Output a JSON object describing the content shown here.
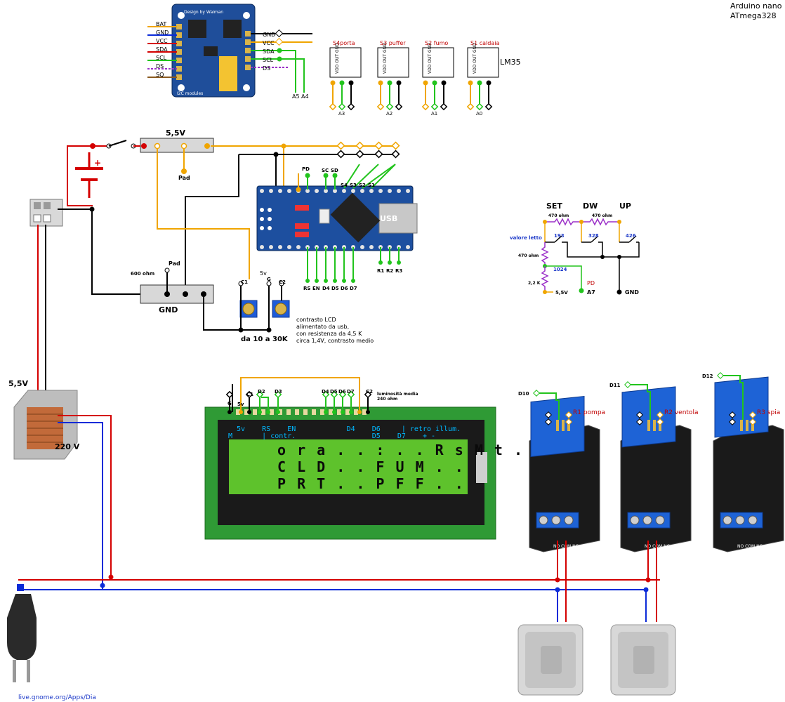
{
  "title": {
    "line1": "Arduino nano",
    "line2": "ATmega328"
  },
  "i2c": {
    "board_text": "Design by Waiman",
    "module_label": "I2C modules",
    "left_pins": [
      "BAT",
      "GND",
      "VCC",
      "SDA",
      "SCL",
      "DS",
      "SQ"
    ],
    "right_pins": [
      "GND",
      "VCC",
      "SDA",
      "SCL",
      "DS"
    ],
    "analog": [
      "A5",
      "A4"
    ]
  },
  "sensors": {
    "items": [
      {
        "name": "S4porta",
        "pins": "VDD OUT GND",
        "pin": "A3"
      },
      {
        "name": "S3 puffer",
        "pins": "VDD OUT GND",
        "pin": "A2"
      },
      {
        "name": "S2 fumo",
        "pins": "VDD OUT GND",
        "pin": "A1"
      },
      {
        "name": "S1 caldaia",
        "pins": "VDD OUT GND",
        "pin": "A0"
      }
    ],
    "type": "LM35"
  },
  "power": {
    "v55": "5,5V",
    "pad": "Pad",
    "gnd": "GND",
    "ohm600": "600 ohm",
    "transformer_v": "5,5V",
    "transformer_220": "220 V"
  },
  "nano": {
    "top_labels": [
      "PD",
      "SC",
      "SD",
      "S4",
      "S3",
      "S2",
      "S1"
    ],
    "bottom_labels": [
      "RS",
      "EN",
      "D4",
      "D5",
      "D6",
      "D7"
    ],
    "relay_labels": [
      "R1",
      "R2",
      "R3"
    ],
    "usb": "USB"
  },
  "pots": {
    "c1": "C1",
    "c2": "C2",
    "g": "G",
    "v5": "5v",
    "range": "da 10 a 30K",
    "note": [
      "contrasto LCD",
      "alimentato da usb,",
      "con resistenza da 4,5 K",
      "circa 1,4V, contrasto medio"
    ]
  },
  "keys": {
    "set": "SET",
    "dw": "DW",
    "up": "UP",
    "r470a": "470 ohm",
    "r470b": "470 ohm",
    "r470c": "470 ohm",
    "r22k": "2,2 K",
    "valore": "valore letto",
    "v193": "193",
    "v328": "328",
    "v426": "426",
    "v1024": "1024",
    "pd": "PD",
    "a7": "A7",
    "gnd": "GND",
    "v55": "5,5V"
  },
  "lcd": {
    "header_pins": [
      "G",
      "5v",
      "C1",
      "D2",
      "D3",
      "D4",
      "D5",
      "D6",
      "D7",
      "C2"
    ],
    "brightness": [
      "luminosità media",
      "240 ohm"
    ],
    "pin_row1": "  5v    RS    EN            D4    D6     | retro illum.",
    "pin_row2": "M       | contr.                  D5    D7    + -",
    "line1": "o r a . . : . .  R s M t .",
    "line2": "C L D . .  F U M . .",
    "line3": "P R T . .  P F F . ."
  },
  "relays": [
    {
      "pin": "D10",
      "name": "R1 pompa"
    },
    {
      "pin": "D11",
      "name": "R2 ventola"
    },
    {
      "pin": "D12",
      "name": "R3 spia"
    }
  ],
  "relay_terms": "NO COM NC",
  "footer": "live.gnome.org/Apps/Dia",
  "colors": {
    "orange": "#f0a500",
    "black": "#000000",
    "green": "#22c41d",
    "red": "#d40000",
    "blue": "#0b2bd8",
    "purple": "#9b30c8"
  }
}
